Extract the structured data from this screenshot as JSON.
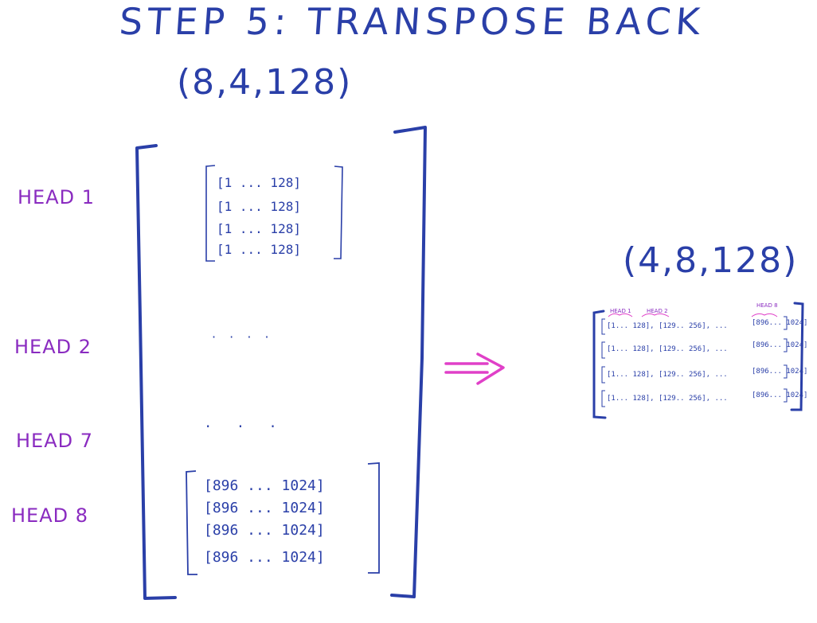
{
  "title": "STEP 5: TRANSPOSE BACK",
  "input_shape": "(8,4,128)",
  "output_shape": "(4,8,128)",
  "head_labels": [
    "HEAD 1",
    "HEAD 2",
    "HEAD 7",
    "HEAD 8"
  ],
  "head1_rows": [
    "[1 ... 128]",
    "[1 ... 128]",
    "[1 ... 128]",
    "[1 ... 128]"
  ],
  "head8_rows": [
    "[896 ... 1024]",
    "[896 ... 1024]",
    "[896 ... 1024]",
    "[896 ... 1024]"
  ],
  "head2_ellipsis": "· · · ·",
  "head7_ellipsis": "· · ·",
  "output_rows": [
    {
      "left": "[1... 128], [129.. 256], ...",
      "right": "[896... 1024]"
    },
    {
      "left": "[1... 128], [129.. 256], ...",
      "right": "[896... 1024]"
    },
    {
      "left": "[1... 128], [129.. 256], ...",
      "right": "[896... 1024]"
    },
    {
      "left": "[1... 128], [129.. 256], ...",
      "right": "[896... 1024]"
    }
  ],
  "output_head_labels": [
    "HEAD 1",
    "HEAD 2",
    "HEAD 8"
  ],
  "colors": {
    "ink_blue": "#2a3fa8",
    "ink_purple": "#8a2bc0",
    "arrow_magenta": "#e040c8"
  }
}
